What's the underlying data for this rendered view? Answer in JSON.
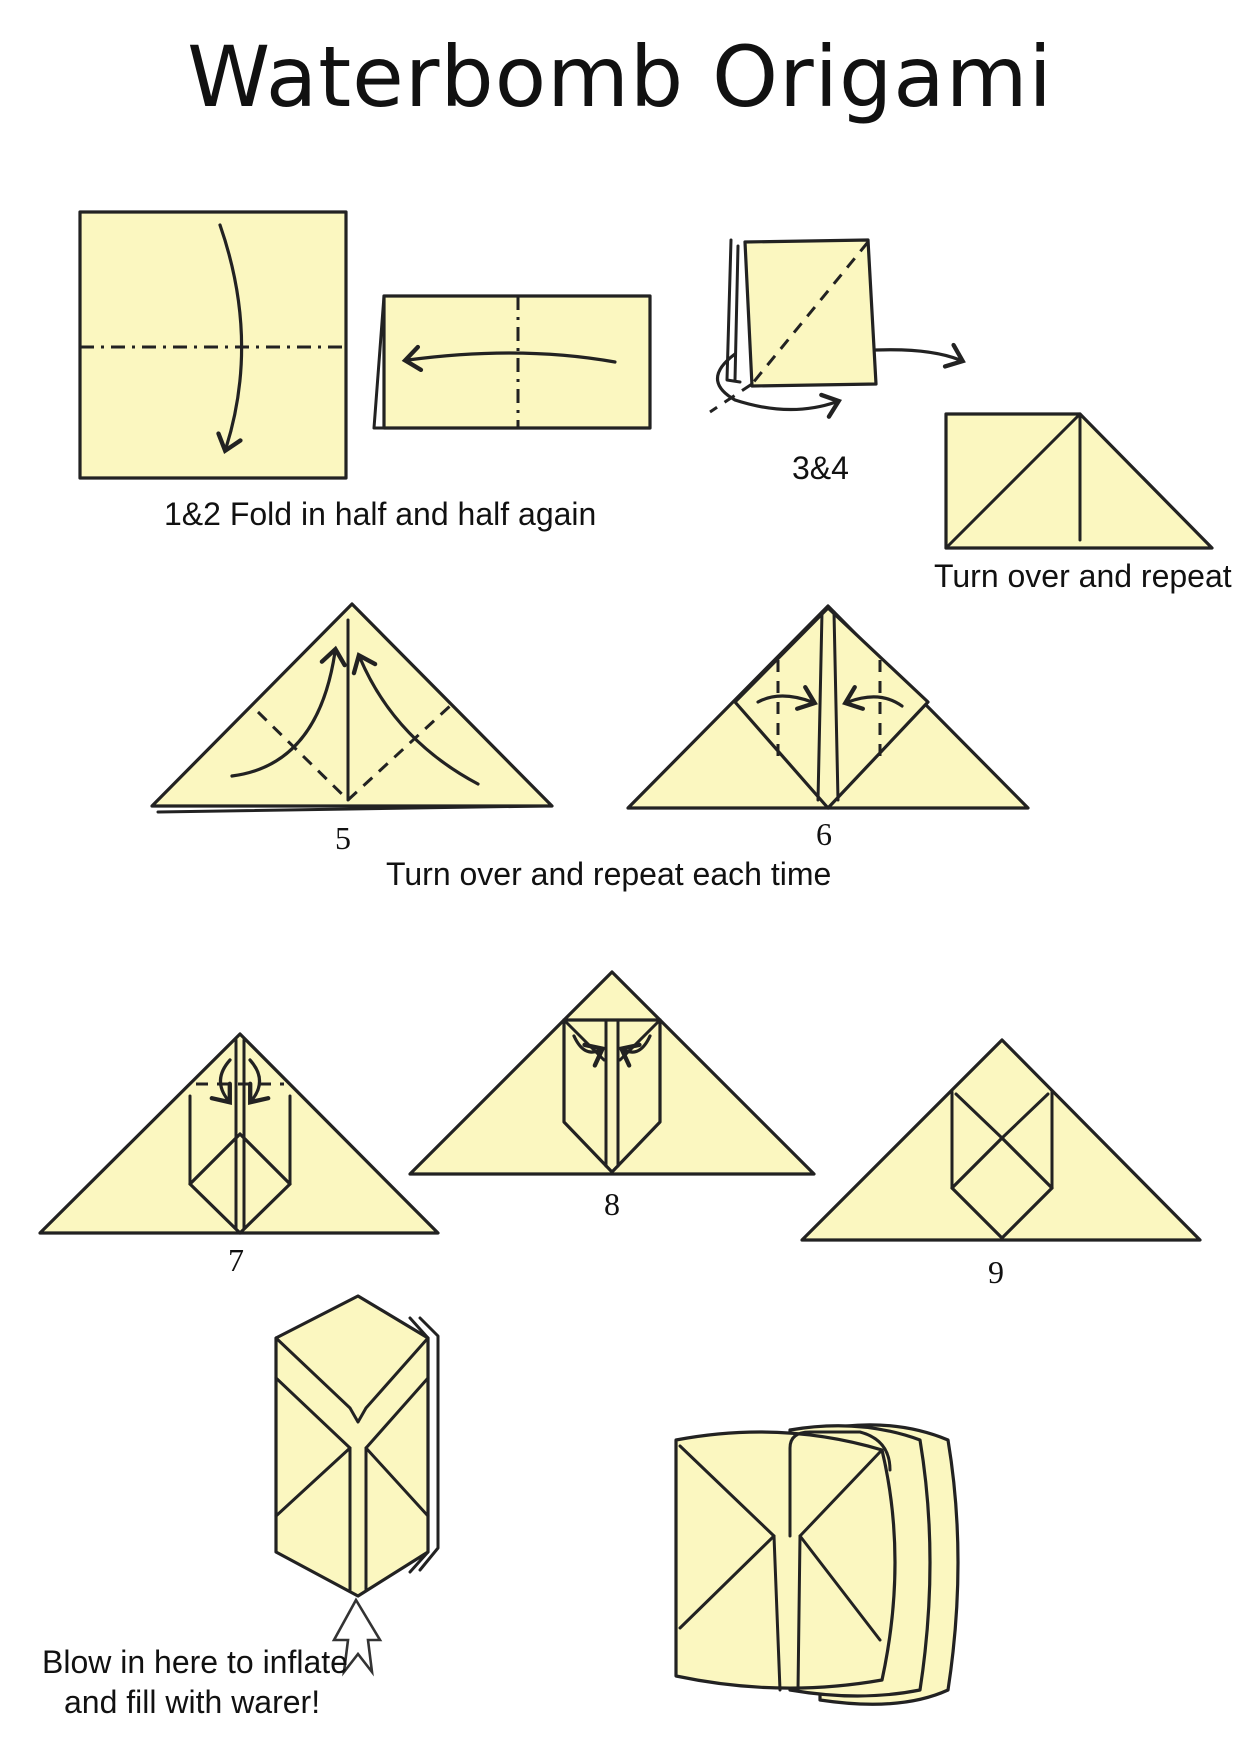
{
  "title": "Waterbomb Origami",
  "steps": {
    "s12": "1&2 Fold in half and half again",
    "s34": "3&4",
    "turn_over": "Turn over and repeat",
    "s5": "5",
    "s6": "6",
    "turn_over_each": "Turn over and repeat each time",
    "s7": "7",
    "s8": "8",
    "s9": "9",
    "blow_line1": "Blow in here to inflate",
    "blow_line2": "and fill with warer!"
  },
  "colors": {
    "paper": "#fbf7c0",
    "ink": "#222222",
    "background": "#ffffff"
  }
}
